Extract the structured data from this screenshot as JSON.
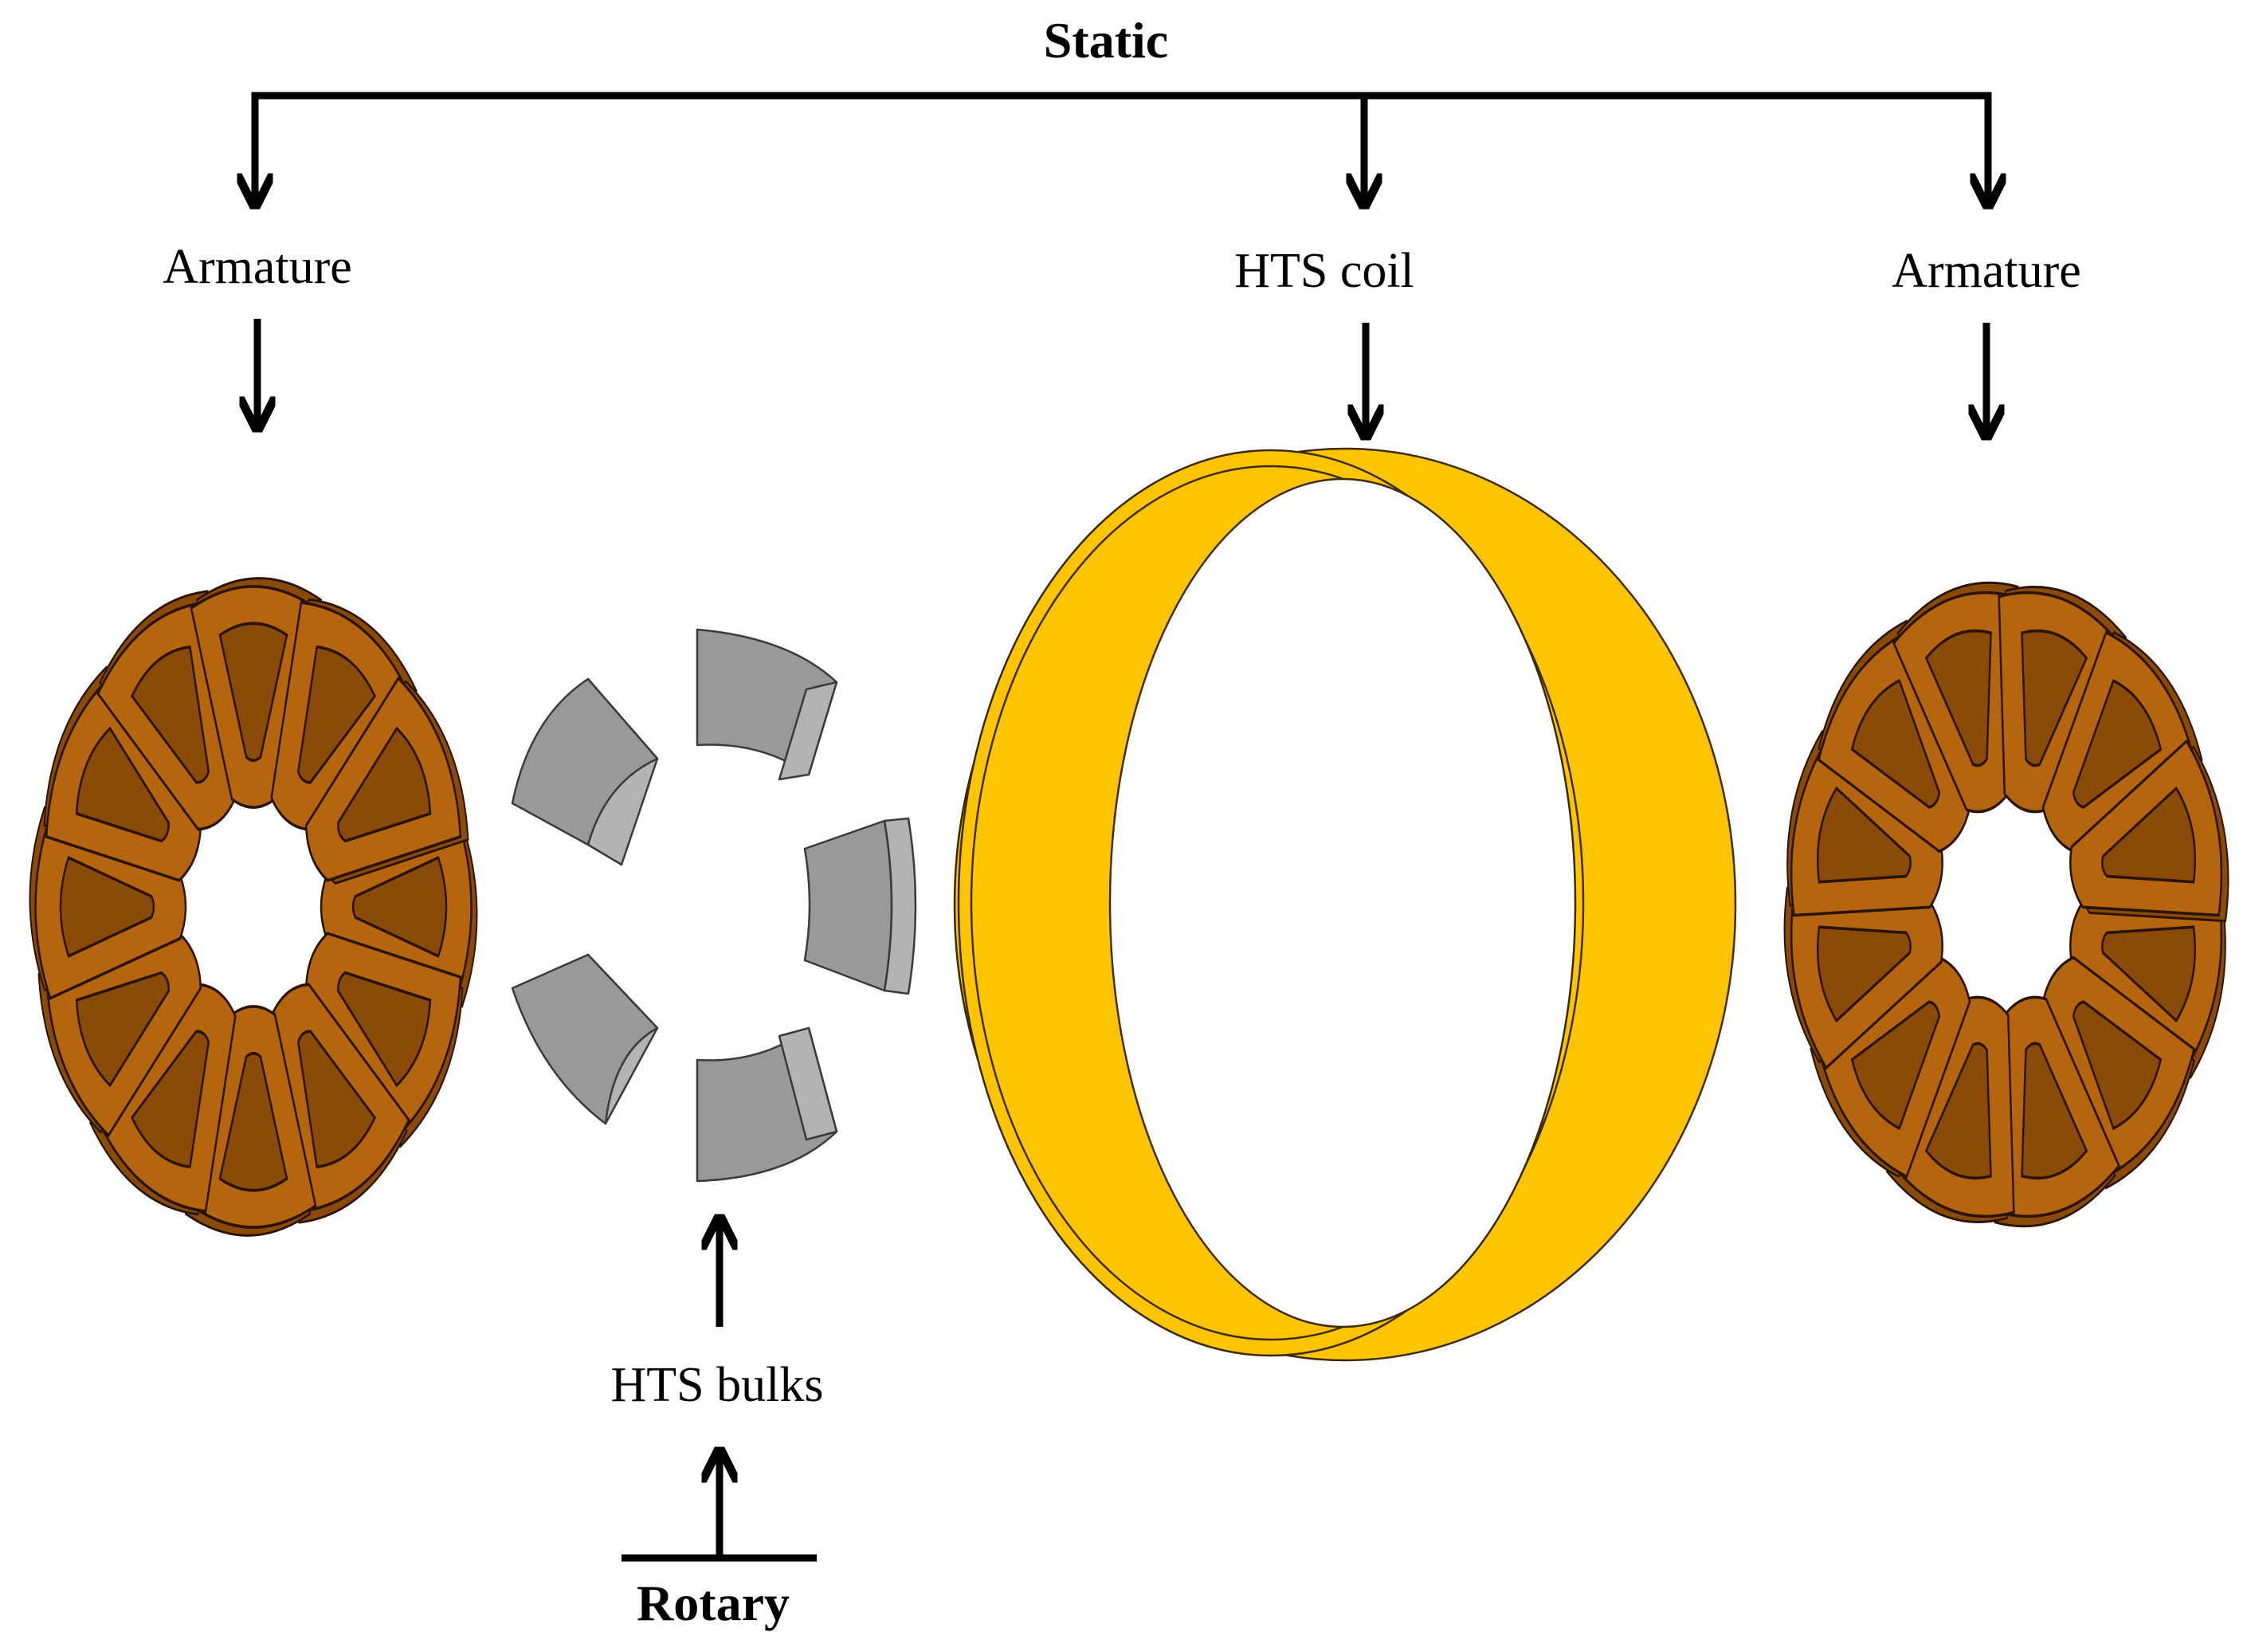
{
  "labels": {
    "static": "Static",
    "armature_left": "Armature",
    "hts_coil": "HTS coil",
    "armature_right": "Armature",
    "hts_bulks": "HTS bulks",
    "rotary": "Rotary"
  },
  "colors": {
    "armature": "#b5650d",
    "armature_edge": "#2a1400",
    "hts_bulk": "#999999",
    "hts_bulk_side": "#b3b3b3",
    "hts_coil": "#ffc400",
    "line": "#000000"
  },
  "components": {
    "armature_coil_count": 12,
    "hts_bulk_count": 5
  }
}
